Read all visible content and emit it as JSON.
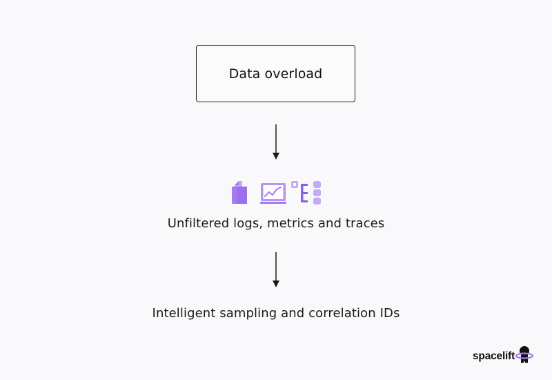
{
  "diagram": {
    "top_box_label": "Data overload",
    "step_1_label": "Unfiltered logs, metrics and traces",
    "step_2_label": "Intelligent sampling and correlation IDs"
  },
  "icons": [
    "documents-icon",
    "metrics-monitor-icon",
    "traces-tree-icon"
  ],
  "brand": {
    "name": "spacelift",
    "accent_color": "#a47bf0",
    "accent_dark": "#7e52e6",
    "ring_color": "#a47bf0"
  }
}
